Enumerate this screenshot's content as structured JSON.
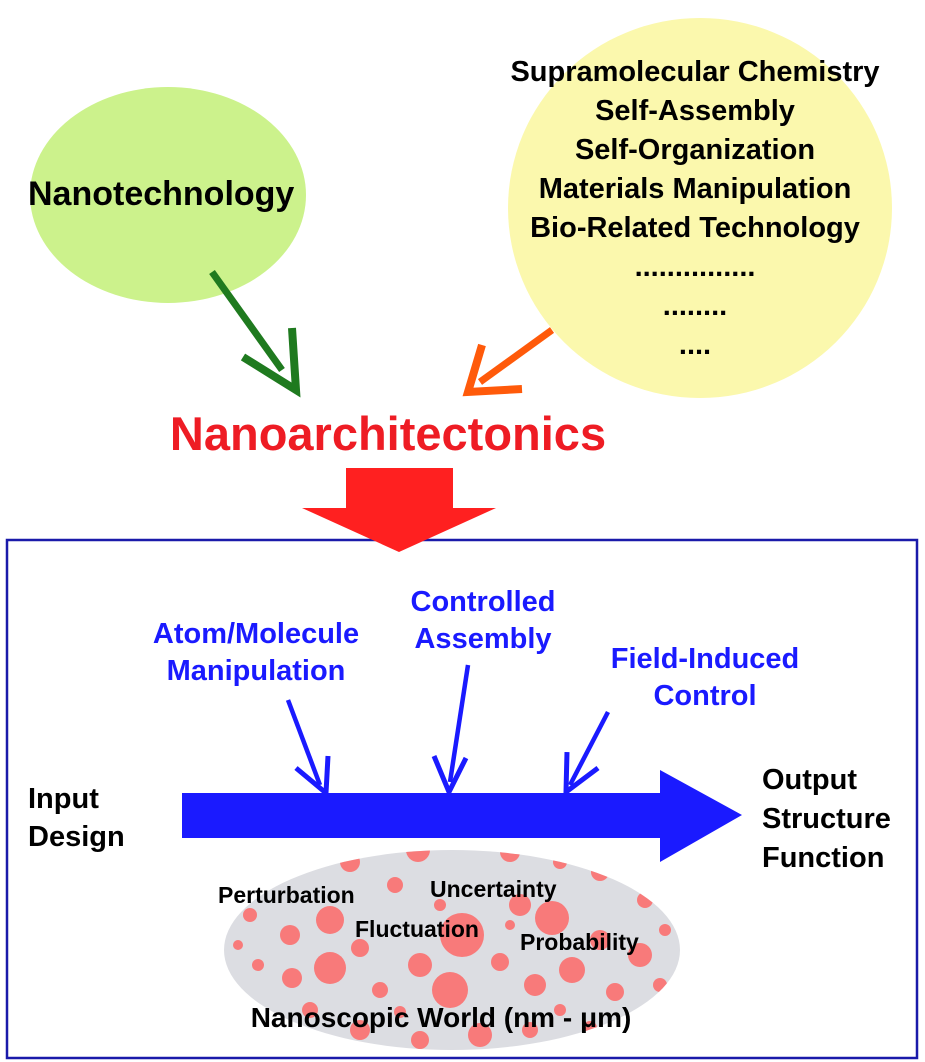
{
  "nodes": {
    "nanotechnology": "Nanotechnology",
    "sources": [
      "Supramolecular Chemistry",
      "Self-Assembly",
      "Self-Organization",
      "Materials Manipulation",
      "Bio-Related Technology",
      "...............",
      "........",
      "...."
    ],
    "nanoarchitectonics": "Nanoarchitectonics"
  },
  "methods": {
    "atom_molecule": [
      "Atom/Molecule",
      "Manipulation"
    ],
    "controlled_assembly": [
      "Controlled",
      "Assembly"
    ],
    "field_induced": [
      "Field-Induced",
      "Control"
    ]
  },
  "flow": {
    "input": [
      "Input",
      "Design"
    ],
    "output": [
      "Output",
      "Structure",
      "Function"
    ]
  },
  "nanoscopic": {
    "factors": [
      "Perturbation",
      "Uncertainty",
      "Fluctuation",
      "Probability"
    ],
    "caption": "Nanoscopic World (nm - μm)"
  },
  "colors": {
    "green_ellipse": "#ccf28c",
    "yellow_circle": "#fbf8ad",
    "green_arrow": "#1f7a1f",
    "orange_arrow": "#ff5a0a",
    "red_arrow": "#ff2020",
    "blue": "#1a1aff",
    "frame": "#1a1aaa",
    "grey_ellipse": "#dcdde2",
    "dot": "#f87a7a"
  }
}
